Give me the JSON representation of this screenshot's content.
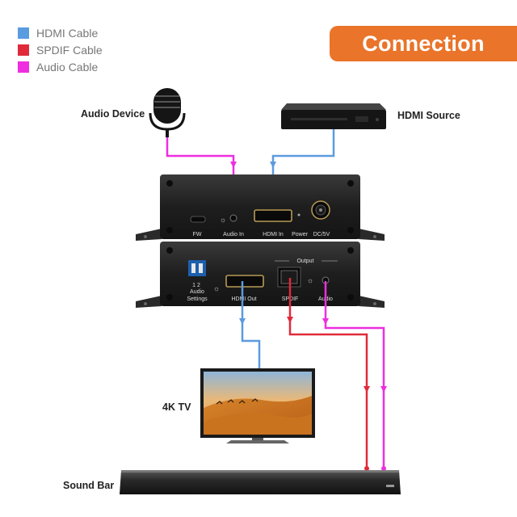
{
  "title": "Connection",
  "legend": [
    {
      "label": "HDMI Cable",
      "color": "#5b9be0"
    },
    {
      "label": "SPDIF Cable",
      "color": "#e02a3a"
    },
    {
      "label": "Audio Cable",
      "color": "#ee2ee0"
    }
  ],
  "labels": {
    "audio_device": "Audio Device",
    "hdmi_source": "HDMI Source",
    "tv": "4K TV",
    "sound_bar": "Sound Bar"
  },
  "device_top_ports": {
    "fw": "FW",
    "audio_in": "Audio In",
    "hdmi_in": "HDMI In",
    "power": "Power",
    "dc": "DC/5V"
  },
  "device_bottom_ports": {
    "output": "Output",
    "audio_settings_line1": "Audio",
    "audio_settings_line2": "Settings",
    "switch_nums": "1  2",
    "hdmi_out": "HDMI Out",
    "spdif": "SPDIF",
    "audio": "Audio"
  }
}
